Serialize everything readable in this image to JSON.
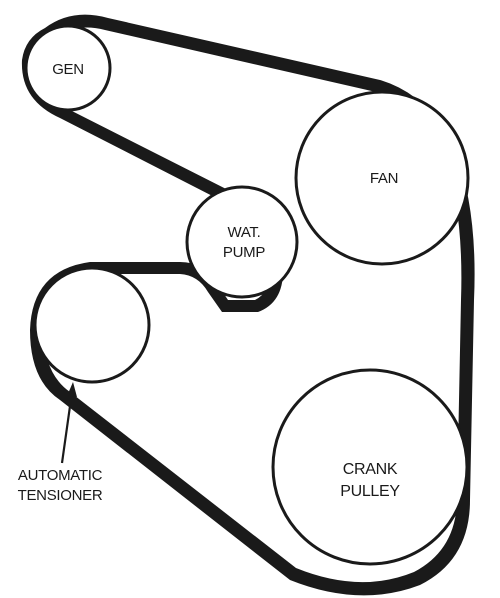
{
  "diagram": {
    "pulleys": {
      "gen": {
        "label": "GEN"
      },
      "fan": {
        "label": "FAN"
      },
      "water_pump": {
        "label_line1": "WAT.",
        "label_line2": "PUMP"
      },
      "crank": {
        "label_line1": "CRANK",
        "label_line2": "PULLEY"
      },
      "tensioner": {
        "label": ""
      }
    },
    "callout": {
      "line1": "AUTOMATIC",
      "line2": "TENSIONER"
    },
    "colors": {
      "ink": "#1a1a1a",
      "paper": "#ffffff"
    }
  }
}
